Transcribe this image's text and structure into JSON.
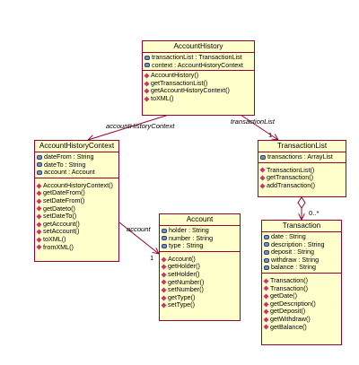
{
  "classes": {
    "account_history": {
      "name": "AccountHistory",
      "attributes": [
        "transactionList : TransactionList",
        "context : AccountHistoryContext"
      ],
      "operations": [
        "AccountHistory()",
        "getTransactionList()",
        "getAccountHistoryContext()",
        "toXML()"
      ]
    },
    "account_history_context": {
      "name": "AccountHistoryContext",
      "attributes": [
        "dateFrom : String",
        "dateTo : String",
        "account : Account"
      ],
      "operations": [
        "AccountHistoryContext()",
        "getDateFrom()",
        "setDateFrom()",
        "getDateto()",
        "setDateTo()",
        "getAccount()",
        "setAccount()",
        "toXML()",
        "fromXML()"
      ]
    },
    "account": {
      "name": "Account",
      "attributes": [
        "holder : String",
        "number : String",
        "type : String"
      ],
      "operations": [
        "Account()",
        "getHolder()",
        "setHolder()",
        "getNumber()",
        "setNumber()",
        "getType()",
        "setType()"
      ]
    },
    "transaction_list": {
      "name": "TransactionList",
      "attributes": [
        "transactions : ArrayList"
      ],
      "operations": [
        "TransactionList()",
        "getTransaction()",
        "addTransaction()"
      ]
    },
    "transaction": {
      "name": "Transaction",
      "attributes": [
        "date : String",
        "description : String",
        "deposit : String",
        "withdraw : String",
        "balance : String"
      ],
      "operations": [
        "Transaction()",
        "Transaction()",
        "getDate()",
        "getDescription()",
        "getDeposit()",
        "getWithdraw()",
        "getBalance()"
      ]
    }
  },
  "associations": {
    "context": {
      "label": "accountHistoryContext",
      "multiplicity": "1"
    },
    "transaction_list": {
      "label": "transactionList",
      "multiplicity": "1"
    },
    "account": {
      "label": "account",
      "multiplicity": "1"
    },
    "transactions": {
      "multiplicity": "0..*"
    }
  }
}
